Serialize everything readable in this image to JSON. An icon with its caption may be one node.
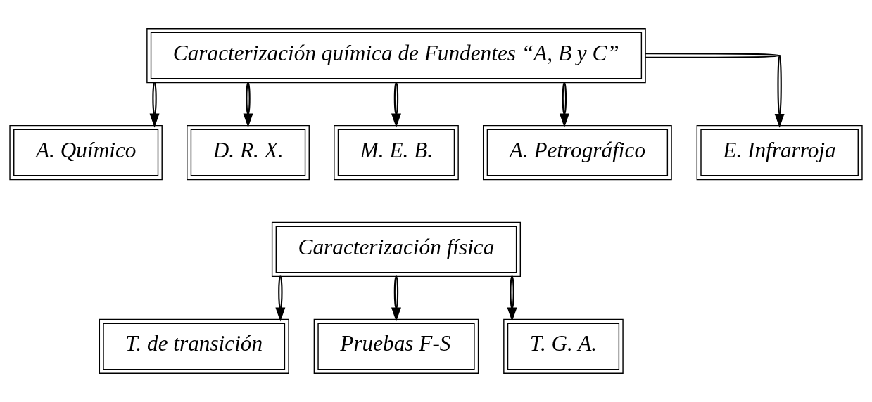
{
  "diagram": {
    "nodes": [
      {
        "text": [
          "Caracterización química de Fundentes “A, B y C”"
        ]
      },
      {
        "text": [
          "A. Químico"
        ]
      },
      {
        "text": [
          "D. R. X."
        ]
      },
      {
        "text": [
          "M. E. B."
        ]
      },
      {
        "text": [
          "A. Petrográfico"
        ]
      },
      {
        "text": [
          "E. Infrarroja"
        ]
      },
      {
        "text": [
          "Caracterización física"
        ]
      },
      {
        "text": [
          "T. de transición"
        ]
      },
      {
        "text": [
          "Pruebas F-S"
        ]
      },
      {
        "text": [
          "T. G. A."
        ]
      }
    ],
    "edges": [
      {
        "from": 0,
        "to": 1,
        "arrow": "to"
      },
      {
        "from": 0,
        "to": 2,
        "arrow": "to"
      },
      {
        "from": 0,
        "to": 3,
        "arrow": "to"
      },
      {
        "from": 0,
        "to": 4,
        "arrow": "to"
      },
      {
        "from": 0,
        "to": 5,
        "arrow": "to"
      },
      {
        "from": 6,
        "to": 7,
        "arrow": "to"
      },
      {
        "from": 6,
        "to": 8,
        "arrow": "to"
      },
      {
        "from": 6,
        "to": 9,
        "arrow": "to"
      }
    ]
  }
}
